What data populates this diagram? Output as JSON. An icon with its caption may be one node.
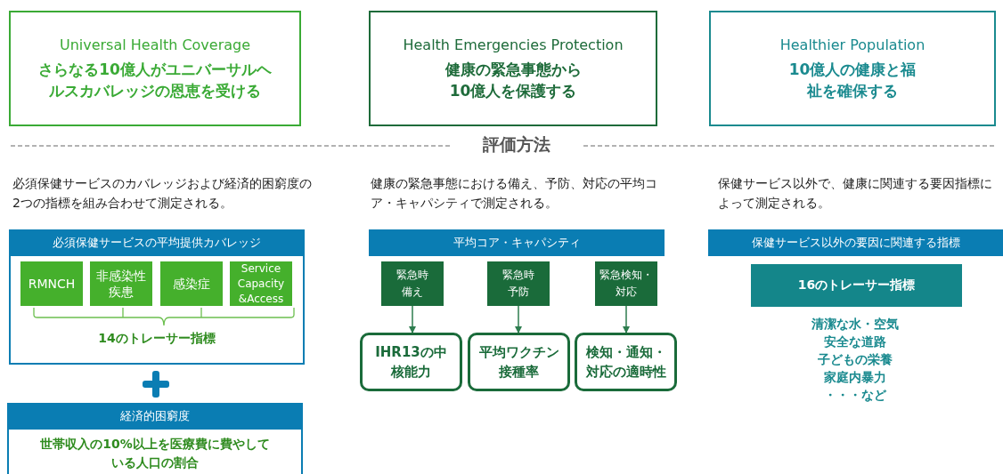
{
  "diagram": {
    "nodes": [
      {
        "text": [
          "Universal Health Coverage",
          "さらなる10億人がユニバーサルヘルスカバレッジの恩恵を受ける"
        ]
      },
      {
        "text": [
          "Health Emergencies Protection",
          "健康の緊急事態から10億人を保護する"
        ]
      },
      {
        "text": [
          "Healthier Population",
          "10億人の健康と福祉を確保する"
        ]
      },
      {
        "text": [
          "必須保健サービスの平均提供カバレッジ"
        ]
      },
      {
        "text": [
          "14のトレーサー指標"
        ]
      },
      {
        "text": [
          "RMNCH"
        ],
        "in": 4
      },
      {
        "text": [
          "非感染性疾患"
        ],
        "in": 4
      },
      {
        "text": [
          "感染症"
        ],
        "in": 4
      },
      {
        "text": [
          "Service Capacity &Access"
        ],
        "in": 4
      },
      {
        "text": [
          "経済的困窮度"
        ]
      },
      {
        "text": [
          "世帯収入の10%以上を医療費に費やしている人口の割合"
        ]
      },
      {
        "text": [
          "平均コア・キャパシティ"
        ]
      },
      {
        "text": [
          "緊急時備え"
        ]
      },
      {
        "text": [
          "緊急時予防"
        ]
      },
      {
        "text": [
          "緊急検知・対応"
        ]
      },
      {
        "text": [
          "IHR13の中核能力"
        ]
      },
      {
        "text": [
          "平均ワクチン接種率"
        ]
      },
      {
        "text": [
          "検知・通知・対応の適時性"
        ]
      },
      {
        "text": [
          "保健サービス以外の要因に関連する指標"
        ]
      },
      {
        "text": [
          "16のトレーサー指標"
        ]
      }
    ],
    "edges": [
      {
        "from": 12,
        "to": 15,
        "arrow": "to"
      },
      {
        "from": 13,
        "to": 16,
        "arrow": "to"
      },
      {
        "from": 14,
        "to": 17,
        "arrow": "to"
      }
    ],
    "labels": [
      "評価方法",
      "必須保健サービスのカバレッジおよび経済的困窮度の2つの指標を組み合わせて測定される。",
      "健康の緊急事態における備え、予防、対応の平均コア・キャパシティで測定される。",
      "保健サービス以外で、健康に関連する要因指標によって測定される。",
      "清潔な水・空気",
      "安全な道路",
      "子どもの栄養",
      "家庭内暴力",
      "・・・など"
    ]
  }
}
